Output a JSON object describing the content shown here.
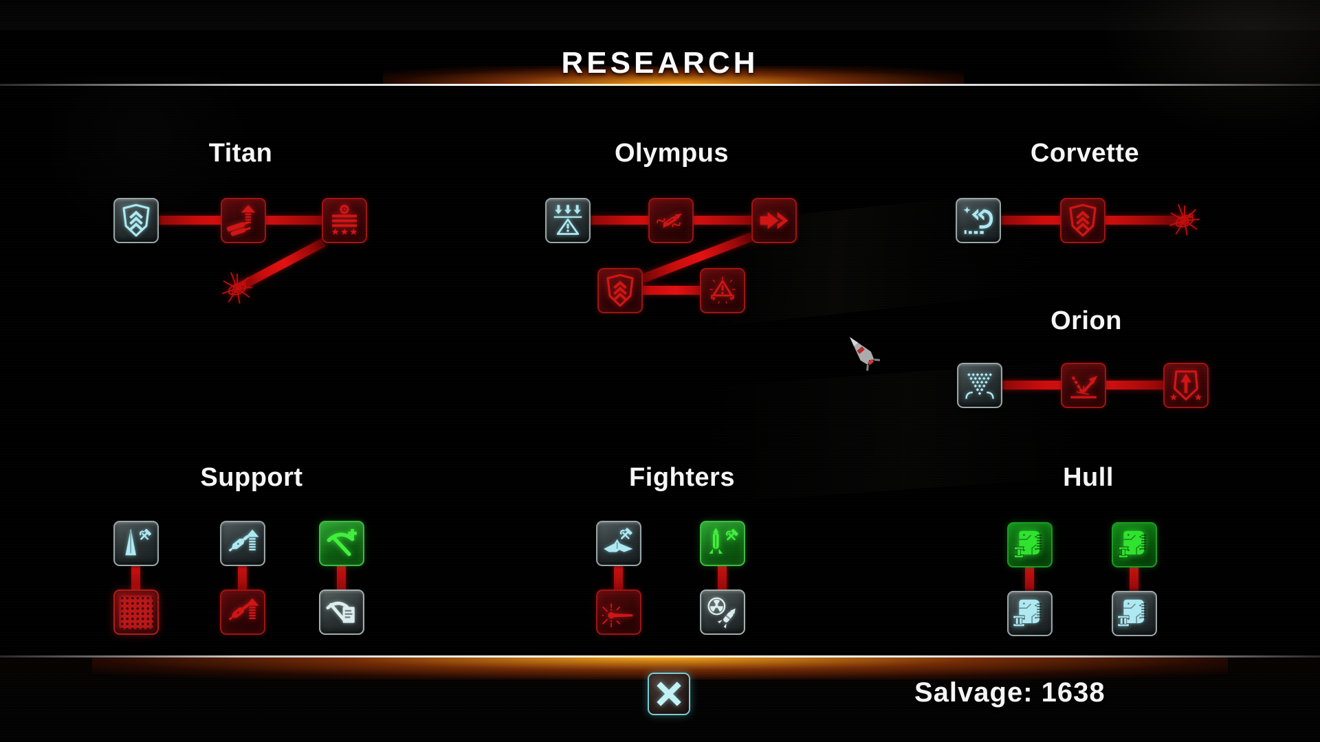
{
  "header": {
    "title": "RESEARCH"
  },
  "footer": {
    "salvage": "Salvage: 1638",
    "close_button": "close-research"
  },
  "colors": {
    "background": "#000000",
    "title_text": "#f5f5f5",
    "divider_glow_orange": "#ffa520",
    "connector_red": "#cf0d0d",
    "researched_cyan": "#aee9f2",
    "locked_red": "#d21414",
    "available_green": "#42ef3c",
    "tile_border_grey": "#98a6a7"
  },
  "trees": [
    {
      "label": "Titan",
      "nodes": [
        {
          "icon": "shield-chevrons-icon",
          "state": "researched-cyan"
        },
        {
          "icon": "weapon-upgrade-icon",
          "state": "locked-red"
        },
        {
          "icon": "veteran-rank-icon",
          "state": "locked-red"
        },
        {
          "icon": "flak-burst-icon",
          "state": "locked-red"
        }
      ]
    },
    {
      "label": "Olympus",
      "nodes": [
        {
          "icon": "deploy-warning-icon",
          "state": "researched-cyan"
        },
        {
          "icon": "guided-torpedo-icon",
          "state": "locked-red"
        },
        {
          "icon": "speed-boost-icon",
          "state": "locked-red"
        },
        {
          "icon": "shield-chevrons-icon",
          "state": "locked-red"
        },
        {
          "icon": "alert-sensor-icon",
          "state": "locked-red"
        }
      ]
    },
    {
      "label": "Corvette",
      "nodes": [
        {
          "icon": "recall-maneuver-icon",
          "state": "researched-cyan"
        },
        {
          "icon": "shield-chevrons-icon",
          "state": "locked-red"
        },
        {
          "icon": "flak-burst-icon",
          "state": "locked-red"
        }
      ]
    },
    {
      "label": "Orion",
      "nodes": [
        {
          "icon": "scatter-shot-icon",
          "state": "researched-cyan"
        },
        {
          "icon": "ricochet-round-icon",
          "state": "locked-red"
        },
        {
          "icon": "elite-badge-icon",
          "state": "locked-red"
        }
      ]
    },
    {
      "label": "Support",
      "nodes": [
        {
          "icon": "repair-ship-icon",
          "state": "researched-cyan"
        },
        {
          "icon": "miner-upgrade-icon",
          "state": "researched-cyan"
        },
        {
          "icon": "mining-yield-plus-icon",
          "state": "available-green"
        },
        {
          "icon": "mesh-plate-icon",
          "state": "locked-red"
        },
        {
          "icon": "miner-upgrade-2-icon",
          "state": "locked-red"
        },
        {
          "icon": "mining-manifest-icon",
          "state": "researched-cyan"
        }
      ]
    },
    {
      "label": "Fighters",
      "nodes": [
        {
          "icon": "fighter-wing-icon",
          "state": "researched-cyan"
        },
        {
          "icon": "interceptor-build-icon",
          "state": "available-green"
        },
        {
          "icon": "laser-burst-icon",
          "state": "locked-red"
        },
        {
          "icon": "nuclear-missile-icon",
          "state": "researched-cyan"
        }
      ]
    },
    {
      "label": "Hull",
      "nodes": [
        {
          "icon": "hull-armor-tier1-icon",
          "state": "available-green"
        },
        {
          "icon": "hull-armor-tier1-icon",
          "state": "available-green"
        },
        {
          "icon": "hull-armor-tier2-icon",
          "state": "researched-cyan"
        },
        {
          "icon": "hull-armor-tier2-icon",
          "state": "researched-cyan"
        }
      ]
    }
  ]
}
